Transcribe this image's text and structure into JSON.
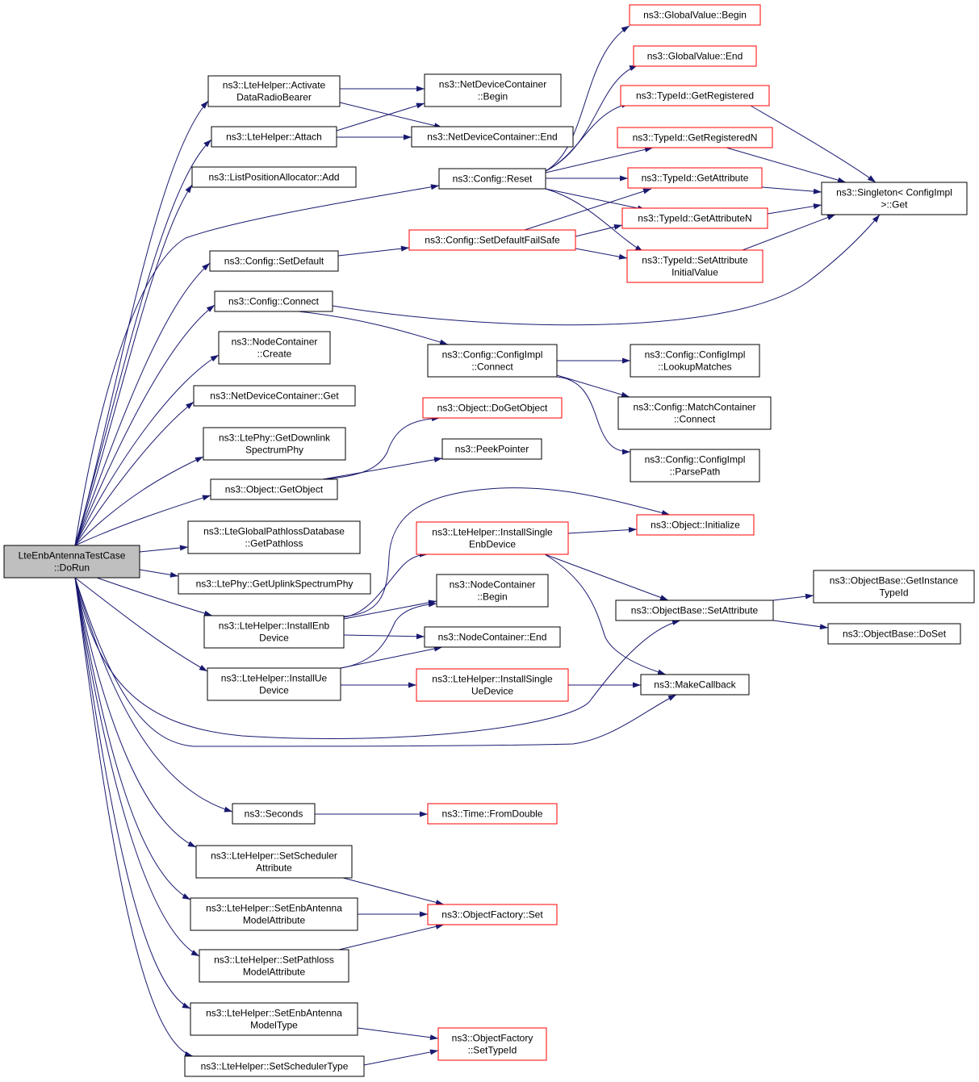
{
  "graph": {
    "edge_color": "#191970",
    "node_border_color": "#000000",
    "external_node_border_color": "#ff0000",
    "root_fill_color": "#bfbfbf",
    "nodes": [
      {
        "id": "root",
        "lines": [
          "LteEnbAntennaTestCase",
          "::DoRun"
        ],
        "border": "black",
        "root": true
      },
      {
        "id": "activate",
        "lines": [
          "ns3::LteHelper::Activate",
          "DataRadioBearer"
        ],
        "border": "black"
      },
      {
        "id": "attach",
        "lines": [
          "ns3::LteHelper::Attach"
        ],
        "border": "black"
      },
      {
        "id": "lpa_add",
        "lines": [
          "ns3::ListPositionAllocator::Add"
        ],
        "border": "black"
      },
      {
        "id": "cfg_setdefault",
        "lines": [
          "ns3::Config::SetDefault"
        ],
        "border": "black"
      },
      {
        "id": "cfg_connect",
        "lines": [
          "ns3::Config::Connect"
        ],
        "border": "black"
      },
      {
        "id": "nc_create",
        "lines": [
          "ns3::NodeContainer",
          "::Create"
        ],
        "border": "black"
      },
      {
        "id": "ndc_get",
        "lines": [
          "ns3::NetDeviceContainer::Get"
        ],
        "border": "black"
      },
      {
        "id": "dl_phy",
        "lines": [
          "ns3::LtePhy::GetDownlink",
          "SpectrumPhy"
        ],
        "border": "black"
      },
      {
        "id": "obj_getobject",
        "lines": [
          "ns3::Object::GetObject"
        ],
        "border": "black"
      },
      {
        "id": "pathloss_db",
        "lines": [
          "ns3::LteGlobalPathlossDatabase",
          "::GetPathloss"
        ],
        "border": "black"
      },
      {
        "id": "ul_phy",
        "lines": [
          "ns3::LtePhy::GetUplinkSpectrumPhy"
        ],
        "border": "black"
      },
      {
        "id": "install_enb",
        "lines": [
          "ns3::LteHelper::InstallEnb",
          "Device"
        ],
        "border": "black"
      },
      {
        "id": "install_ue",
        "lines": [
          "ns3::LteHelper::InstallUe",
          "Device"
        ],
        "border": "black"
      },
      {
        "id": "seconds",
        "lines": [
          "ns3::Seconds"
        ],
        "border": "black"
      },
      {
        "id": "set_sched_attr",
        "lines": [
          "ns3::LteHelper::SetScheduler",
          "Attribute"
        ],
        "border": "black"
      },
      {
        "id": "set_enb_ant_attr",
        "lines": [
          "ns3::LteHelper::SetEnbAntenna",
          "ModelAttribute"
        ],
        "border": "black"
      },
      {
        "id": "set_pathloss_attr",
        "lines": [
          "ns3::LteHelper::SetPathloss",
          "ModelAttribute"
        ],
        "border": "black"
      },
      {
        "id": "set_enb_ant_type",
        "lines": [
          "ns3::LteHelper::SetEnbAntenna",
          "ModelType"
        ],
        "border": "black"
      },
      {
        "id": "set_sched_type",
        "lines": [
          "ns3::LteHelper::SetSchedulerType"
        ],
        "border": "black"
      },
      {
        "id": "ndc_begin",
        "lines": [
          "ns3::NetDeviceContainer",
          "::Begin"
        ],
        "border": "black"
      },
      {
        "id": "ndc_end",
        "lines": [
          "ns3::NetDeviceContainer::End"
        ],
        "border": "black"
      },
      {
        "id": "cfg_reset",
        "lines": [
          "ns3::Config::Reset"
        ],
        "border": "black"
      },
      {
        "id": "cfg_setdefaultfs",
        "lines": [
          "ns3::Config::SetDefaultFailSafe"
        ],
        "border": "red"
      },
      {
        "id": "cfgimpl_connect",
        "lines": [
          "ns3::Config::ConfigImpl",
          "::Connect"
        ],
        "border": "black"
      },
      {
        "id": "obj_dogetobject",
        "lines": [
          "ns3::Object::DoGetObject"
        ],
        "border": "red"
      },
      {
        "id": "peekpointer",
        "lines": [
          "ns3::PeekPointer"
        ],
        "border": "black"
      },
      {
        "id": "install_single_enb",
        "lines": [
          "ns3::LteHelper::InstallSingle",
          "EnbDevice"
        ],
        "border": "red"
      },
      {
        "id": "nc_begin",
        "lines": [
          "ns3::NodeContainer",
          "::Begin"
        ],
        "border": "black"
      },
      {
        "id": "nc_end",
        "lines": [
          "ns3::NodeContainer::End"
        ],
        "border": "black"
      },
      {
        "id": "install_single_ue",
        "lines": [
          "ns3::LteHelper::InstallSingle",
          "UeDevice"
        ],
        "border": "red"
      },
      {
        "id": "time_fromdouble",
        "lines": [
          "ns3::Time::FromDouble"
        ],
        "border": "red"
      },
      {
        "id": "objfactory_set",
        "lines": [
          "ns3::ObjectFactory::Set"
        ],
        "border": "red"
      },
      {
        "id": "objfactory_settypeid",
        "lines": [
          "ns3::ObjectFactory",
          "::SetTypeId"
        ],
        "border": "red"
      },
      {
        "id": "gv_begin",
        "lines": [
          "ns3::GlobalValue::Begin"
        ],
        "border": "red"
      },
      {
        "id": "gv_end",
        "lines": [
          "ns3::GlobalValue::End"
        ],
        "border": "red"
      },
      {
        "id": "tid_getregistered",
        "lines": [
          "ns3::TypeId::GetRegistered"
        ],
        "border": "red"
      },
      {
        "id": "tid_getregisteredn",
        "lines": [
          "ns3::TypeId::GetRegisteredN"
        ],
        "border": "red"
      },
      {
        "id": "tid_getattribute",
        "lines": [
          "ns3::TypeId::GetAttribute"
        ],
        "border": "red"
      },
      {
        "id": "tid_getattributen",
        "lines": [
          "ns3::TypeId::GetAttributeN"
        ],
        "border": "red"
      },
      {
        "id": "tid_setattrinit",
        "lines": [
          "ns3::TypeId::SetAttribute",
          "InitialValue"
        ],
        "border": "red"
      },
      {
        "id": "cfgimpl_lookup",
        "lines": [
          "ns3::Config::ConfigImpl",
          "::LookupMatches"
        ],
        "border": "black"
      },
      {
        "id": "matchcont_connect",
        "lines": [
          "ns3::Config::MatchContainer",
          "::Connect"
        ],
        "border": "black"
      },
      {
        "id": "cfgimpl_parsepath",
        "lines": [
          "ns3::Config::ConfigImpl",
          "::ParsePath"
        ],
        "border": "black"
      },
      {
        "id": "obj_initialize",
        "lines": [
          "ns3::Object::Initialize"
        ],
        "border": "red"
      },
      {
        "id": "objbase_setattr",
        "lines": [
          "ns3::ObjectBase::SetAttribute"
        ],
        "border": "black"
      },
      {
        "id": "makecallback",
        "lines": [
          "ns3::MakeCallback"
        ],
        "border": "black"
      },
      {
        "id": "singleton_get",
        "lines": [
          "ns3::Singleton< ConfigImpl",
          " >::Get"
        ],
        "border": "black"
      },
      {
        "id": "objbase_getinst",
        "lines": [
          "ns3::ObjectBase::GetInstance",
          "TypeId"
        ],
        "border": "black"
      },
      {
        "id": "objbase_doset",
        "lines": [
          "ns3::ObjectBase::DoSet"
        ],
        "border": "black"
      }
    ]
  }
}
